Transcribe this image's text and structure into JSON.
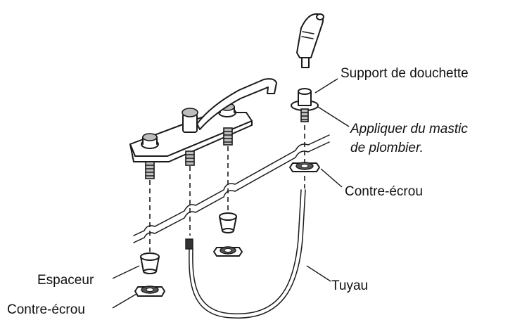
{
  "labels": {
    "support_douchette": "Support de douchette",
    "appliquer_line1": "Appliquer du mastic",
    "appliquer_line2": "de plombier.",
    "contre_ecrou_right": "Contre-écrou",
    "tuyau": "Tuyau",
    "espaceur": "Espaceur",
    "contre_ecrou_left": "Contre-écrou"
  }
}
